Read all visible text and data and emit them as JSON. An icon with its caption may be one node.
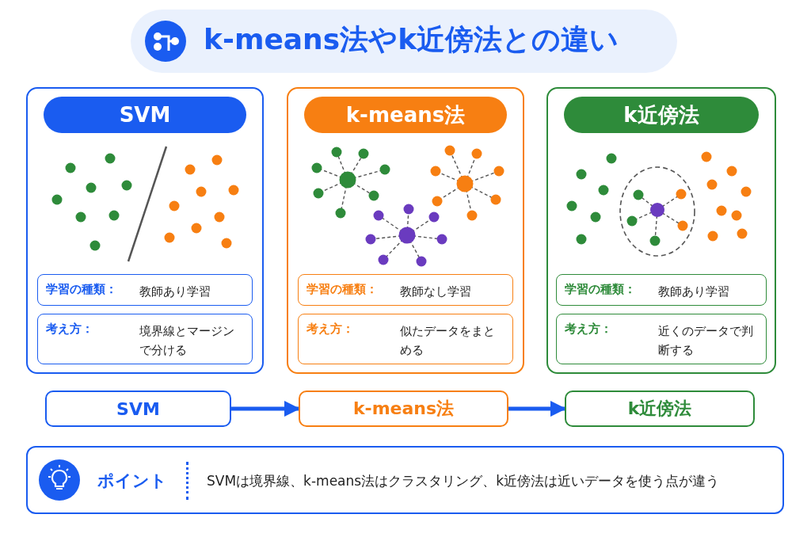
{
  "diagram": {
    "title": "k-means法やk近傍法との違い",
    "nodes": [
      {
        "text": [
          "SVM"
        ]
      },
      {
        "text": [
          "学習の種類：",
          "教師あり学習"
        ],
        "in": 0
      },
      {
        "text": [
          "考え方：",
          "境界線とマージンで分ける"
        ],
        "in": 0
      },
      {
        "text": [
          "k-means法"
        ]
      },
      {
        "text": [
          "学習の種類：",
          "教師なし学習"
        ],
        "in": 3
      },
      {
        "text": [
          "考え方：",
          "似たデータをまとめる"
        ],
        "in": 3
      },
      {
        "text": [
          "k近傍法"
        ]
      },
      {
        "text": [
          "学習の種類：",
          "教師あり学習"
        ],
        "in": 6
      },
      {
        "text": [
          "考え方：",
          "近くのデータで判断する"
        ],
        "in": 6
      },
      {
        "text": [
          "SVM"
        ]
      },
      {
        "text": [
          "k-means法"
        ]
      },
      {
        "text": [
          "k近傍法"
        ]
      },
      {
        "text": [
          "ポイント",
          "SVMは境界線、k-means法はクラスタリング、k近傍法は近いデータを使う点が違う"
        ]
      }
    ],
    "edges": [
      {
        "from": 9,
        "to": 10,
        "arrow": "to"
      },
      {
        "from": 10,
        "to": 11,
        "arrow": "to"
      }
    ]
  }
}
